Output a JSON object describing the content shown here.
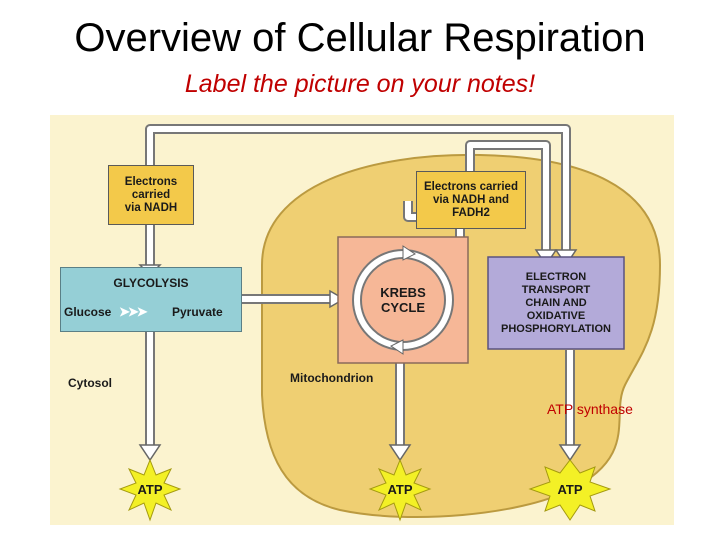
{
  "title": "Overview of Cellular Respiration",
  "subtitle": "Label the picture on your notes!",
  "diagram": {
    "electrons_nadh": "Electrons\ncarried\nvia NADH",
    "electrons_nadh_fadh2": "Electrons carried\nvia NADH and\nFADH2",
    "glycolysis_title": "GLYCOLYSIS",
    "glucose": "Glucose",
    "pyruvate": "Pyruvate",
    "krebs": "KREBS\nCYCLE",
    "etc": "ELECTRON\nTRANSPORT\nCHAIN AND\nOXIDATIVE\nPHOSPHORYLATION",
    "cytosol": "Cytosol",
    "mitochondrion": "Mitochondrion",
    "atp_synthase": "ATP  synthase",
    "atp_labels": [
      "ATP",
      "ATP",
      "ATP"
    ]
  },
  "colors": {
    "panel_bg": "#fbf3cf",
    "mitochondrion_fill": "#efcf72",
    "yellow_box": "#f3c94a",
    "glycolysis_box": "#95cfd6",
    "krebs_box": "#f6b797",
    "etc_box": "#b3aad9",
    "atp_star": "#f3f026",
    "annotation": "#c00000"
  }
}
